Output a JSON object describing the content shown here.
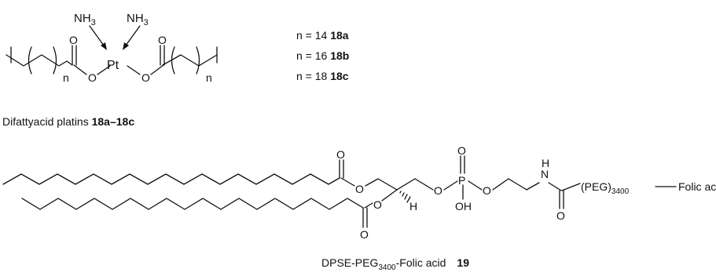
{
  "compound_18": {
    "atoms": {
      "nh3_left": "NH",
      "nh3_right": "NH",
      "sub3": "3",
      "pt": "Pt",
      "o_left_ester": "O",
      "o_left_carbonyl": "O",
      "o_right_ester": "O",
      "o_right_carbonyl": "O",
      "n_left": "n",
      "n_right": "n"
    },
    "variants": [
      {
        "text": "n = 14 ",
        "bold": "18a"
      },
      {
        "text": "n = 16 ",
        "bold": "18b"
      },
      {
        "text": "n = 18 ",
        "bold": "18c"
      }
    ],
    "caption": {
      "text": "Difattyacid platins ",
      "bold": "18a–18c"
    }
  },
  "compound_19": {
    "atoms": {
      "o_top_carbonyl": "O",
      "o_ester_top": "O",
      "o_ester_bottom": "O",
      "o_bottom_carbonyl": "O",
      "h": "H",
      "o_phos_left": "O",
      "p": "P",
      "o_phos_double": "O",
      "oh": "OH",
      "o_phos_right": "O",
      "nh_n": "N",
      "nh_h": "H",
      "o_amide": "O",
      "peg": "(PEG)",
      "peg_sub": "3400",
      "folic": "Folic acid"
    },
    "caption": {
      "prefix": "DPSE-PEG",
      "sub": "3400",
      "suffix": "-Folic acid",
      "bold": "19"
    }
  }
}
